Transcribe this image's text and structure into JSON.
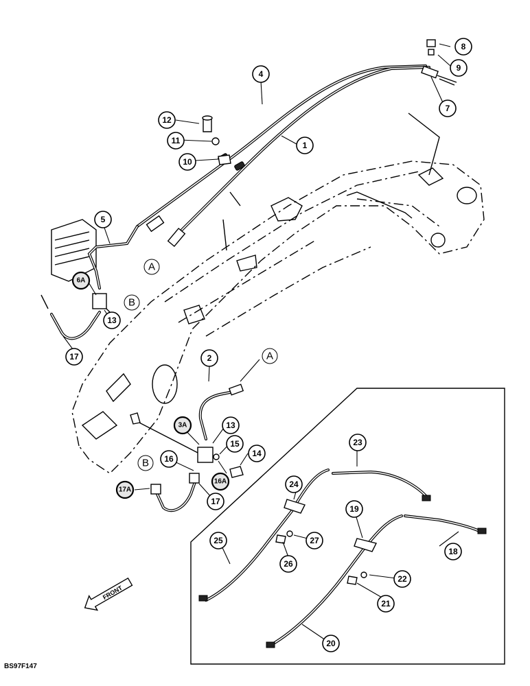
{
  "drawing_code": "BS97F147",
  "front_label": "FRONT",
  "callouts": [
    {
      "id": "c1",
      "label": "1"
    },
    {
      "id": "c2",
      "label": "2"
    },
    {
      "id": "c3a",
      "label": "3A"
    },
    {
      "id": "c4",
      "label": "4"
    },
    {
      "id": "c5",
      "label": "5"
    },
    {
      "id": "c6a",
      "label": "6A"
    },
    {
      "id": "c7",
      "label": "7"
    },
    {
      "id": "c8",
      "label": "8"
    },
    {
      "id": "c9",
      "label": "9"
    },
    {
      "id": "c10",
      "label": "10"
    },
    {
      "id": "c11",
      "label": "11"
    },
    {
      "id": "c12",
      "label": "12"
    },
    {
      "id": "c13a",
      "label": "13"
    },
    {
      "id": "c13b",
      "label": "13"
    },
    {
      "id": "c14",
      "label": "14"
    },
    {
      "id": "c15",
      "label": "15"
    },
    {
      "id": "c16",
      "label": "16"
    },
    {
      "id": "c16a",
      "label": "16A"
    },
    {
      "id": "c17a",
      "label": "17"
    },
    {
      "id": "c17b",
      "label": "17"
    },
    {
      "id": "c17A",
      "label": "17A"
    },
    {
      "id": "c18",
      "label": "18"
    },
    {
      "id": "c19",
      "label": "19"
    },
    {
      "id": "c20",
      "label": "20"
    },
    {
      "id": "c21",
      "label": "21"
    },
    {
      "id": "c22",
      "label": "22"
    },
    {
      "id": "c23",
      "label": "23"
    },
    {
      "id": "c24",
      "label": "24"
    },
    {
      "id": "c25",
      "label": "25"
    },
    {
      "id": "c26",
      "label": "26"
    },
    {
      "id": "c27",
      "label": "27"
    }
  ],
  "refs": [
    {
      "id": "rA1",
      "label": "A"
    },
    {
      "id": "rB1",
      "label": "B"
    },
    {
      "id": "rA2",
      "label": "A"
    },
    {
      "id": "rB2",
      "label": "B"
    }
  ]
}
